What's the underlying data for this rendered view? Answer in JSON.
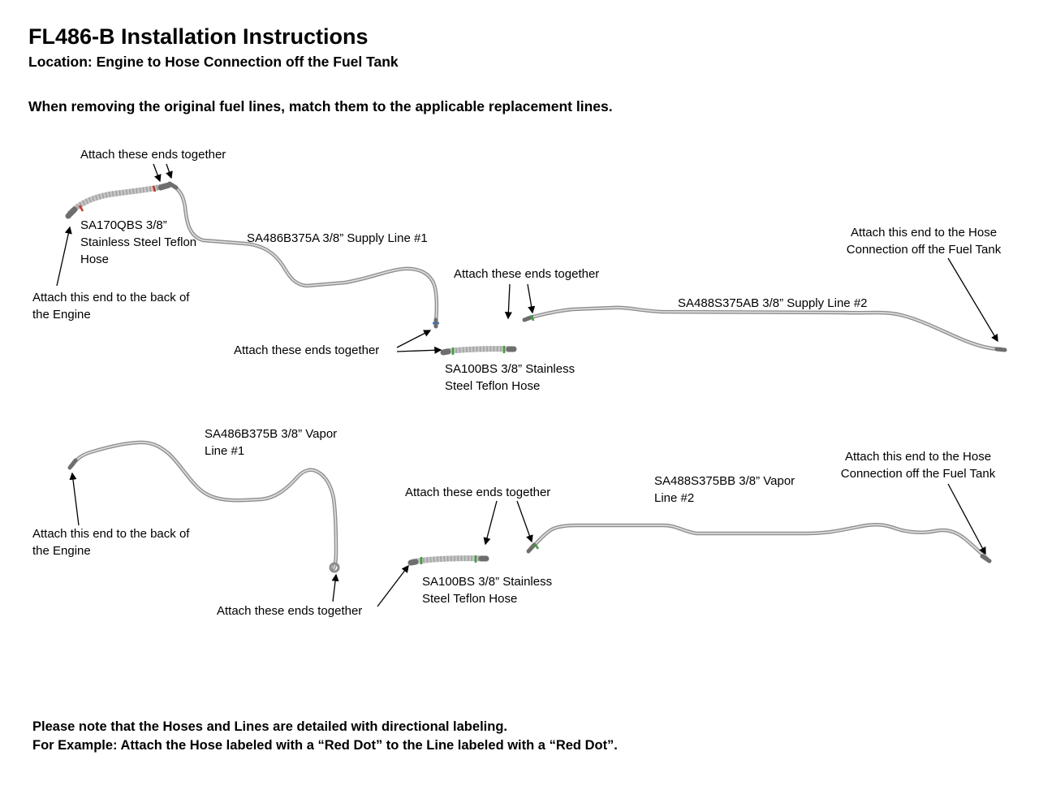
{
  "header": {
    "title": "FL486-B Installation Instructions",
    "location": "Location: Engine to Hose Connection off the Fuel Tank",
    "intro": "When removing the original fuel lines, match them to the applicable replacement lines."
  },
  "supply_section": {
    "attach_ends_top": "Attach these ends together",
    "hose1_label": "SA170QBS 3/8”\nStainless Steel Teflon\nHose",
    "line1_label": "SA486B375A 3/8” Supply Line #1",
    "engine_end_label": "Attach this end to the back of\nthe Engine",
    "attach_ends_mid": "Attach these ends together",
    "line2_label": "SA488S375AB 3/8” Supply Line #2",
    "attach_ends_hose": "Attach these ends together",
    "hose2_label": "SA100BS 3/8” Stainless\nSteel Teflon Hose",
    "tank_end_label": "Attach this end to the Hose\nConnection off the Fuel Tank"
  },
  "vapor_section": {
    "line1_label": "SA486B375B 3/8” Vapor\nLine #1",
    "engine_end_label": "Attach this end to the back of\nthe Engine",
    "attach_ends_mid": "Attach these ends together",
    "line2_label": "SA488S375BB 3/8” Vapor\nLine #2",
    "attach_ends_hose": "Attach these ends together",
    "hose_label": "SA100BS 3/8” Stainless\nSteel Teflon Hose",
    "tank_end_label": "Attach this end to the Hose\nConnection off the Fuel Tank"
  },
  "footer": {
    "note1": "Please note that the Hoses and Lines are detailed with directional labeling.",
    "note2": "For Example: Attach the Hose labeled with a “Red Dot” to the Line labeled with a “Red Dot”."
  },
  "colors": {
    "line_metal": "#8e8e8e",
    "hose_braid": "#c6c6c6",
    "accent_red": "#c0392b",
    "accent_green": "#3f9e3f",
    "accent_blue": "#4a6fa5"
  }
}
